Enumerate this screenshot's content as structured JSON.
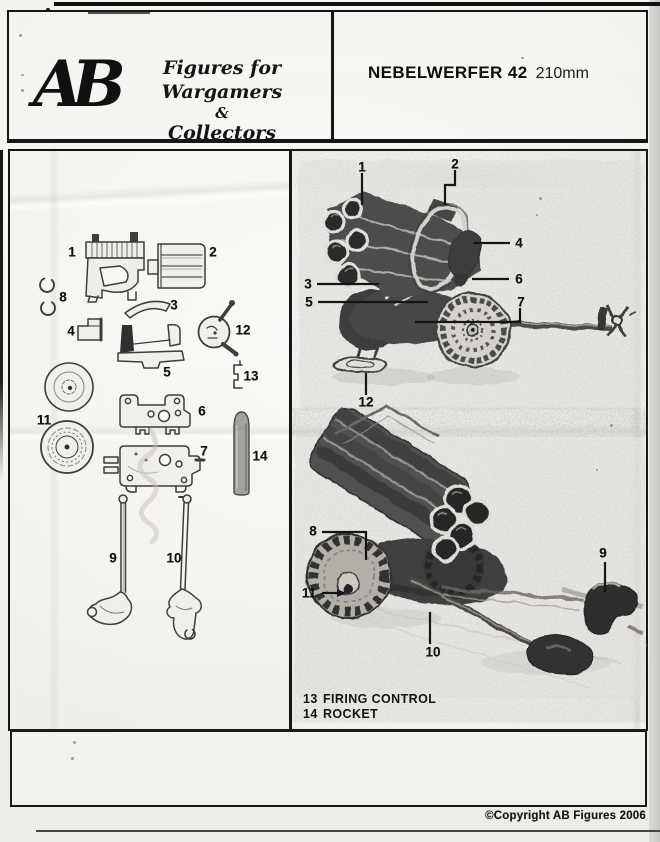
{
  "colors": {
    "paper": "#f2f1ec",
    "ink": "#161616",
    "line_art": "#3d3d3d",
    "photo_gray": "#4a4a4a"
  },
  "header": {
    "logo": "AB",
    "tagline": [
      "Figures for Wargamers",
      "&",
      "Collectors"
    ],
    "title": "NEBELWERFER 42",
    "scale_label": "210mm"
  },
  "parts_diagram": {
    "labels": [
      "1",
      "2",
      "8",
      "3",
      "4",
      "12",
      "5",
      "13",
      "11",
      "6",
      "7",
      "14",
      "9",
      "10"
    ]
  },
  "assembled_view_top": {
    "callouts": [
      "1",
      "2",
      "4",
      "6",
      "3",
      "5",
      "7",
      "12"
    ]
  },
  "assembled_view_bottom": {
    "callouts": [
      "8",
      "11",
      "10",
      "9"
    ]
  },
  "legend": {
    "items": [
      {
        "num": "13",
        "label": "FIRING CONTROL"
      },
      {
        "num": "14",
        "label": "ROCKET"
      }
    ]
  },
  "footer": {
    "copyright": "©Copyright AB Figures 2006"
  }
}
